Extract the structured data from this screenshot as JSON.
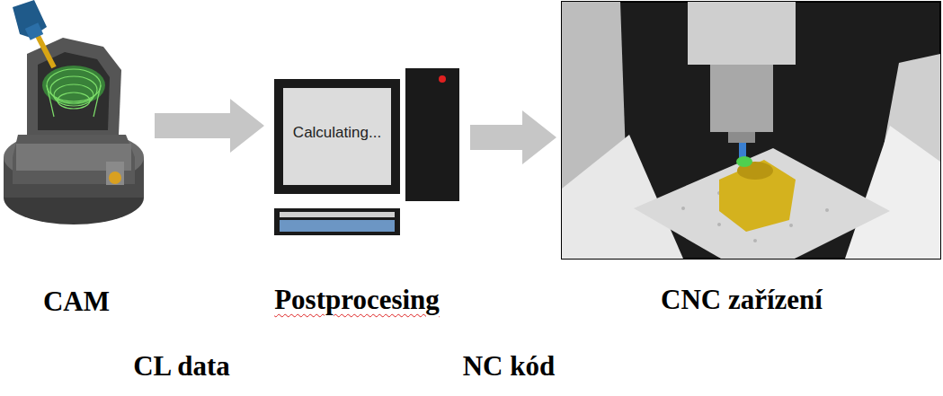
{
  "diagram": {
    "nodes": [
      {
        "text": [
          "CAM"
        ]
      },
      {
        "text": [
          "Calculating...",
          "Postprocesing"
        ]
      },
      {
        "text": [
          "CNC zařízení"
        ]
      }
    ],
    "edges": [
      {
        "from": 0,
        "to": 1,
        "arrow": "to"
      },
      {
        "from": 1,
        "to": 2,
        "arrow": "to"
      }
    ],
    "labels": [
      "CL data",
      "NC kód"
    ]
  }
}
